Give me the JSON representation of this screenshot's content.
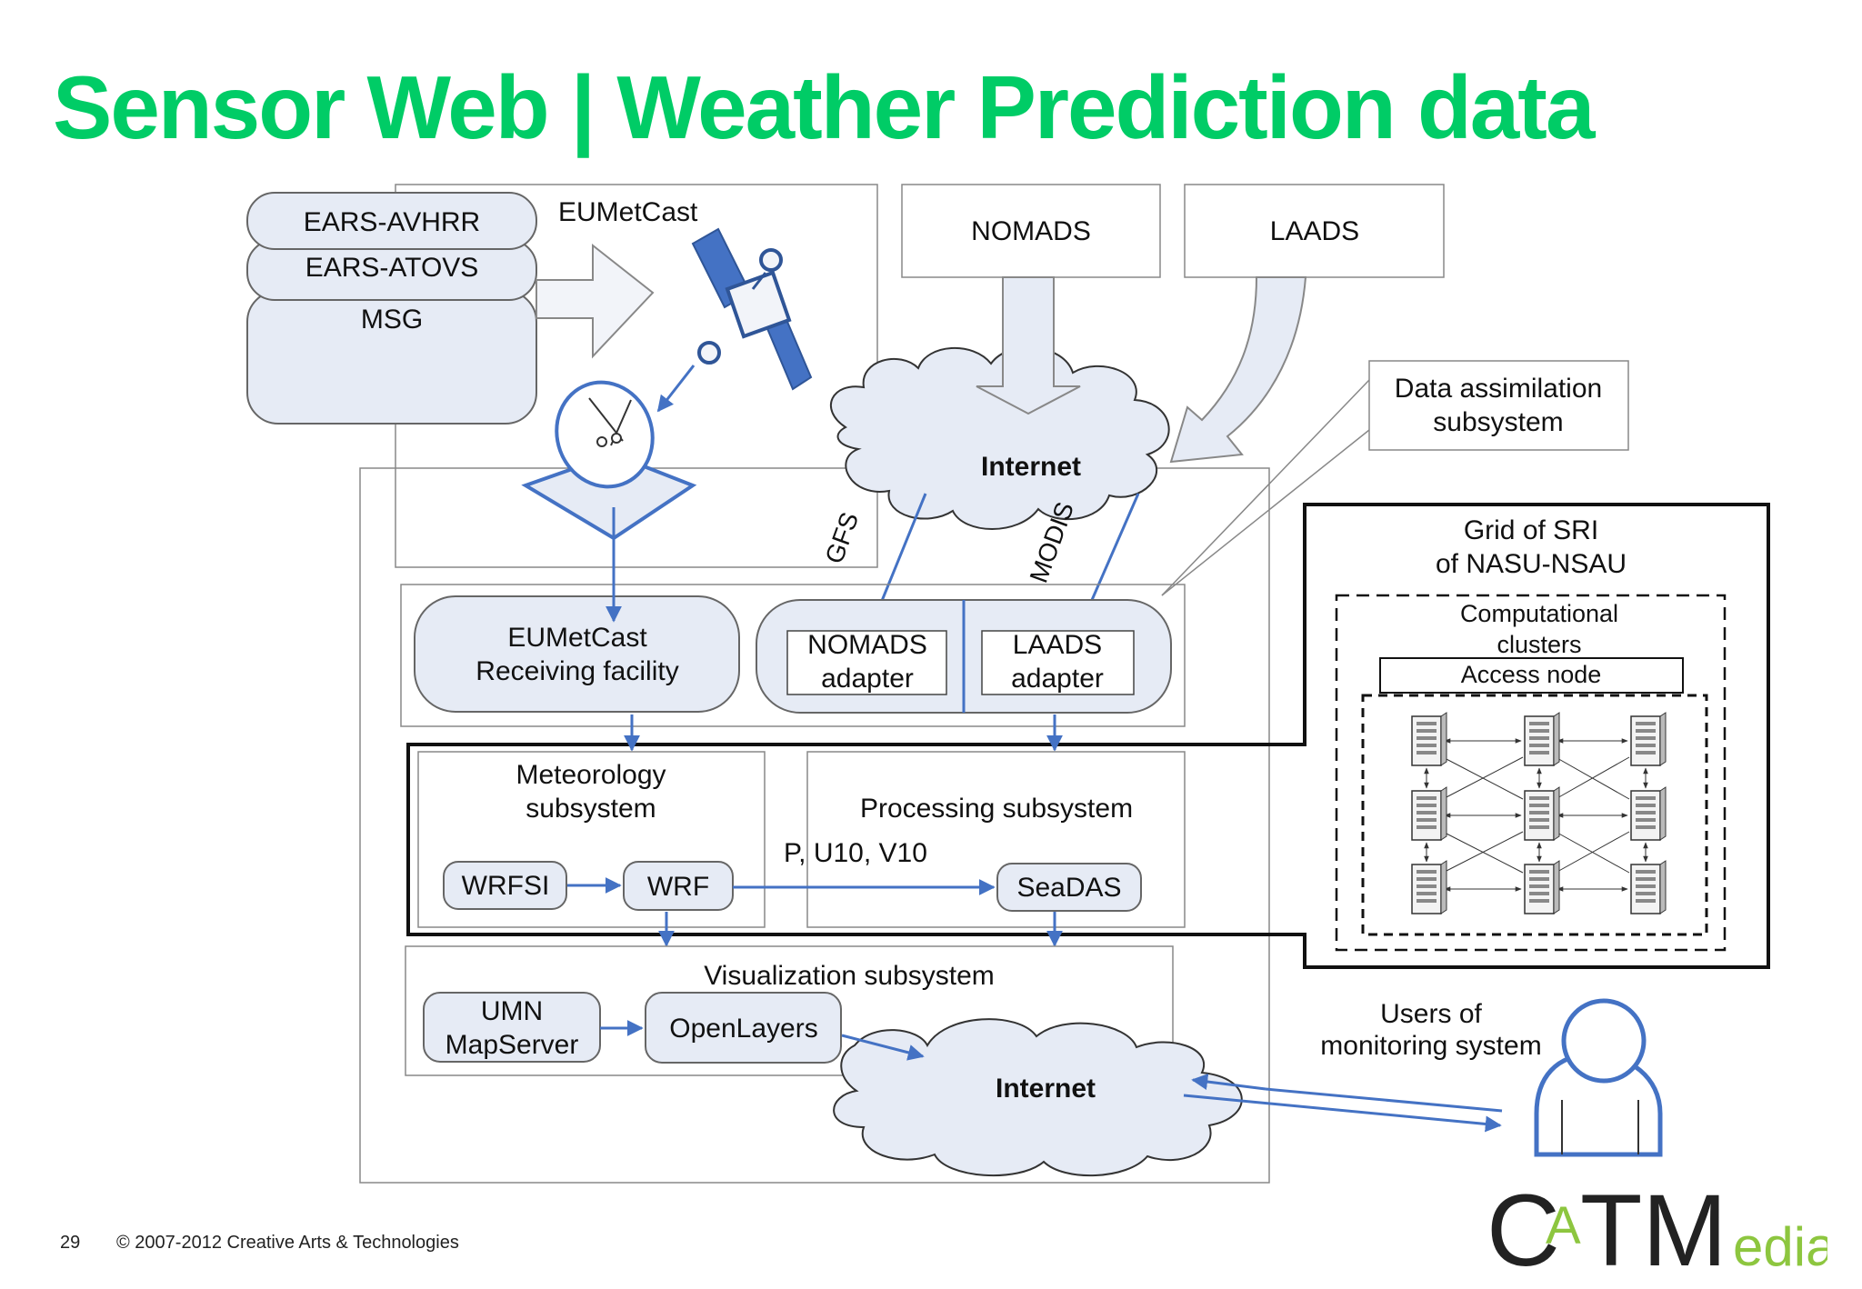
{
  "slide": {
    "title": "Sensor Web  |  Weather Prediction data",
    "page_number": "29",
    "copyright": "© 2007-2012  Creative Arts & Technologies"
  },
  "diagram": {
    "sources": [
      "EARS-AVHRR",
      "EARS-ATOVS",
      "MSG"
    ],
    "eumetcast": "EUMetCast",
    "nomads": "NOMADS",
    "laads": "LAADS",
    "internet_top": "Internet",
    "gfs": "GFS",
    "modis": "MODIS",
    "data_assimilation": [
      "Data assimilation",
      "subsystem"
    ],
    "receiving_facility": [
      "EUMetCast",
      "Receiving facility"
    ],
    "nomads_adapter": [
      "NOMADS",
      "adapter"
    ],
    "laads_adapter": [
      "LAADS",
      "adapter"
    ],
    "meteorology": [
      "Meteorology",
      "subsystem"
    ],
    "wrfsi": "WRFSI",
    "wrf": "WRF",
    "processing": "Processing subsystem",
    "params": "P, U10, V10",
    "seadas": "SeaDAS",
    "visualization": "Visualization subsystem",
    "umn_mapserver": [
      "UMN",
      "MapServer"
    ],
    "openlayers": "OpenLayers",
    "internet_bottom": "Internet",
    "grid": [
      "Grid of SRI",
      "of NASU-NSAU"
    ],
    "clusters": [
      "Computational",
      "clusters"
    ],
    "access_node": "Access node",
    "users": [
      "Users of",
      "monitoring system"
    ]
  },
  "logo": {
    "c": "C",
    "a": "A",
    "tm": "TM",
    "edia": "edia"
  },
  "colors": {
    "title_green": "#00cc66",
    "arrow_blue": "#4472c4",
    "box_fill": "#e6ebf5",
    "logo_green": "#8dc63f",
    "logo_dark": "#222222"
  }
}
